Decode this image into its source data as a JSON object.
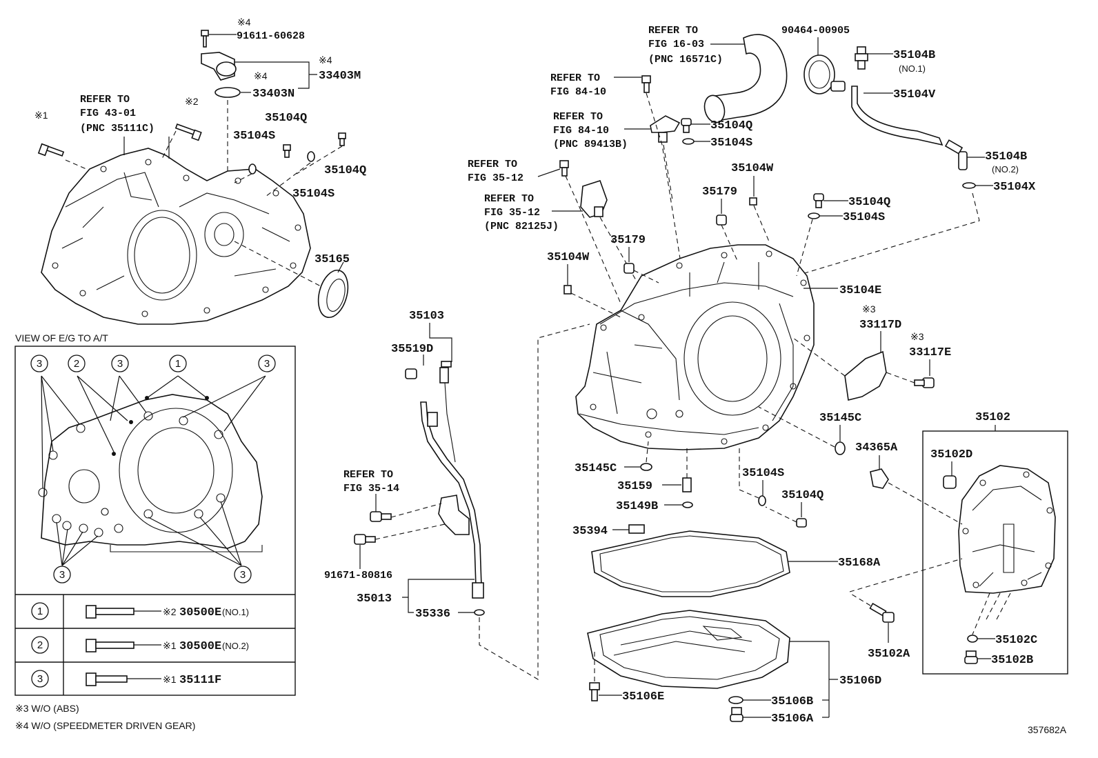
{
  "parts": {
    "p91611": "91611-60628",
    "p33403M": "33403M",
    "p33403N": "33403N",
    "p35104Q_a": "35104Q",
    "p35104S_a": "35104S",
    "p35104Q_b": "35104Q",
    "p35104S_b": "35104S",
    "p35165": "35165",
    "p35103": "35103",
    "p35519D": "35519D",
    "p91671": "91671-80816",
    "p35013": "35013",
    "p35336": "35336",
    "p90464": "90464-00905",
    "p35104B_1": "35104B",
    "p35104V": "35104V",
    "p35104Q_c": "35104Q",
    "p35104S_c": "35104S",
    "p35104B_2": "35104B",
    "p35104X": "35104X",
    "p35104W_a": "35104W",
    "p35179_a": "35179",
    "p35104Q_d": "35104Q",
    "p35104S_d": "35104S",
    "p35179_b": "35179",
    "p35104W_b": "35104W",
    "p35104E": "35104E",
    "p33117D": "33117D",
    "p33117E": "33117E",
    "p35145C_a": "35145C",
    "p35145C_b": "35145C",
    "p35159": "35159",
    "p35104S_e": "35104S",
    "p35104Q_e": "35104Q",
    "p35149B": "35149B",
    "p35394": "35394",
    "p35168A": "35168A",
    "p34365A": "34365A",
    "p35102": "35102",
    "p35102D": "35102D",
    "p35102C": "35102C",
    "p35102B": "35102B",
    "p35102A": "35102A",
    "p35106D": "35106D",
    "p35106E": "35106E",
    "p35106B": "35106B",
    "p35106A": "35106A",
    "p30500E_1": "30500E",
    "p30500E_2": "30500E",
    "p35111F": "35111F"
  },
  "qualifiers": {
    "no1": "(NO.1)",
    "no2": "(NO.2)",
    "no1_bolt": "(NO.1)",
    "no2_bolt": "(NO.2)"
  },
  "marks": {
    "m4_a": "※4",
    "m4_b": "※4",
    "m4_c": "※4",
    "m2_a": "※2",
    "m1_a": "※1",
    "m3_a": "※3",
    "m3_b": "※3",
    "m2_b": "※2",
    "m1_b": "※1",
    "m1_c": "※1"
  },
  "refers": {
    "r1": [
      "REFER TO",
      "FIG 43-01",
      "(PNC 35111C)"
    ],
    "r2": [
      "REFER TO",
      "FIG 16-03",
      "(PNC 16571C)"
    ],
    "r3": [
      "REFER TO",
      "FIG 84-10"
    ],
    "r4": [
      "REFER TO",
      "FIG 84-10",
      "(PNC 89413B)"
    ],
    "r5": [
      "REFER TO",
      "FIG 35-12"
    ],
    "r6": [
      "REFER TO",
      "FIG 35-12",
      "(PNC 82125J)"
    ],
    "r7": [
      "REFER TO",
      "FIG 35-14"
    ]
  },
  "view": {
    "title": "VIEW OF E/G TO A/T",
    "c1": "1",
    "c2": "2",
    "c3": "3",
    "rows": [
      {
        "num": "1",
        "mark": "※2",
        "part": "30500E",
        "qual": "(NO.1)"
      },
      {
        "num": "2",
        "mark": "※1",
        "part": "30500E",
        "qual": "(NO.2)"
      },
      {
        "num": "3",
        "mark": "※1",
        "part": "35111F",
        "qual": ""
      }
    ]
  },
  "notes": {
    "n3": "※3 W/O (ABS)",
    "n4": "※4 W/O (SPEEDMETER DRIVEN GEAR)"
  },
  "figure_id": "357682A"
}
